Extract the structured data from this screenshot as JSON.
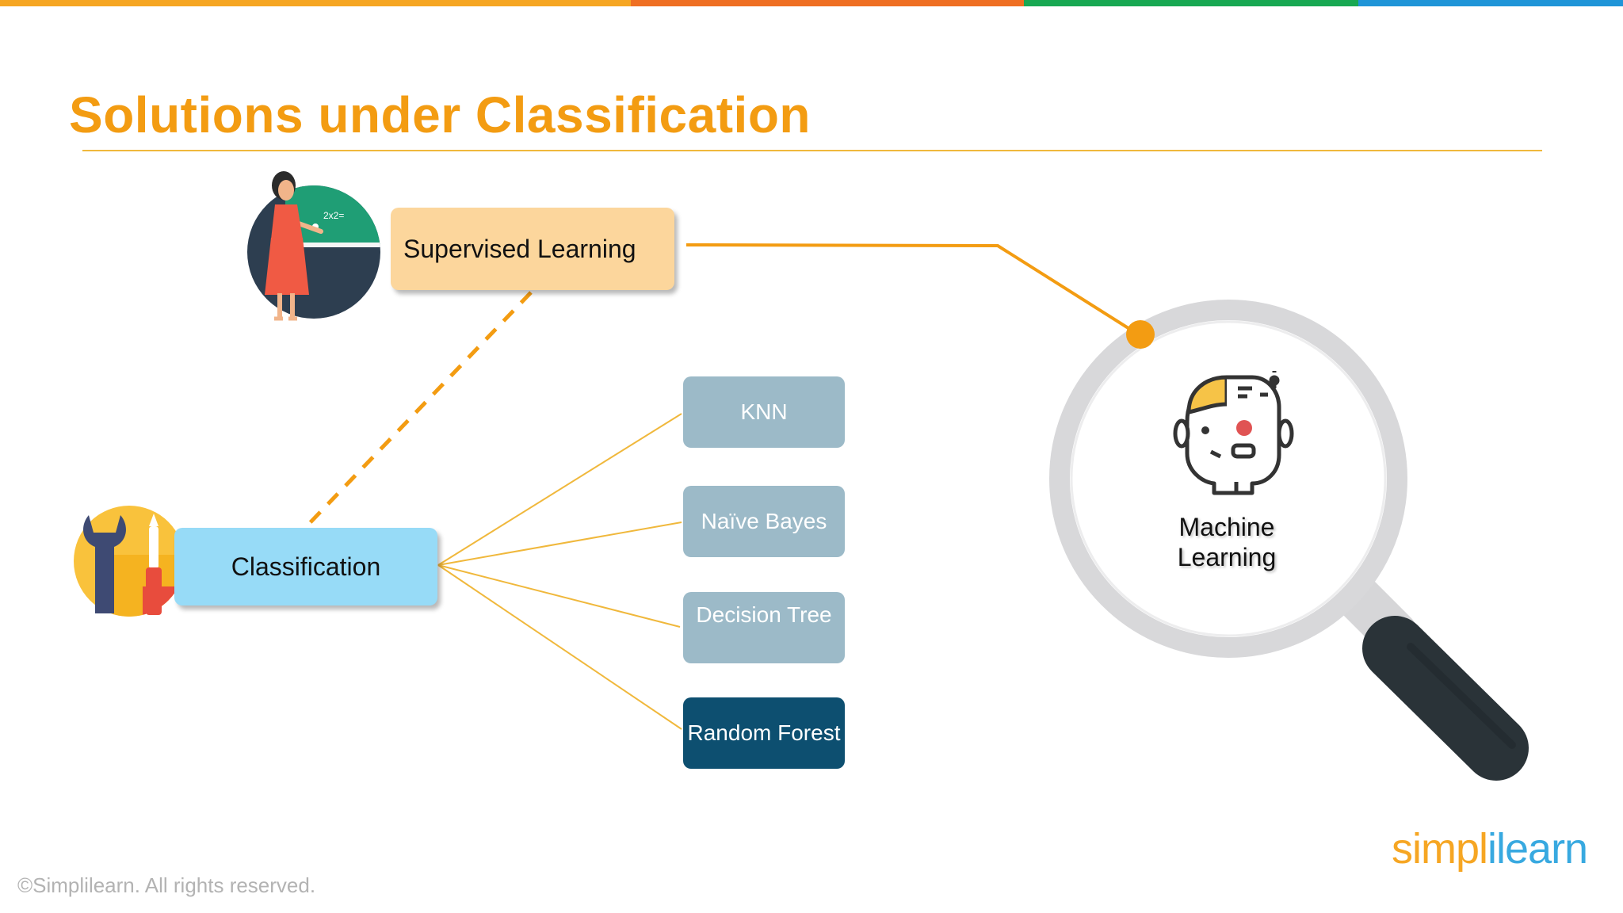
{
  "slide": {
    "title": "Solutions under Classification",
    "copyright": "©Simplilearn. All rights reserved."
  },
  "top_bar_colors": [
    "#f6a623",
    "#ef6f22",
    "#18a852",
    "#1f95d8"
  ],
  "diagram": {
    "supervised": {
      "label": "Supervised Learning",
      "color": "#fcd69c"
    },
    "classification": {
      "label": "Classification",
      "color": "#97dbf7"
    },
    "algorithms": [
      {
        "label": "KNN",
        "color": "#9cbac8"
      },
      {
        "label": "Naïve Bayes",
        "color": "#9cbac8"
      },
      {
        "label": "Decision Tree",
        "color": "#9cbac8"
      },
      {
        "label": "Random Forest",
        "color": "#0d4f70"
      }
    ],
    "machine_learning": {
      "label": "Machine Learning"
    },
    "connector_color": "#f39c12",
    "icons": [
      "teacher-icon",
      "tools-icon",
      "magnifier-icon",
      "robot-human-face-icon"
    ]
  },
  "logo": {
    "part1": "simpl",
    "part2": "i",
    "part3": "learn"
  }
}
